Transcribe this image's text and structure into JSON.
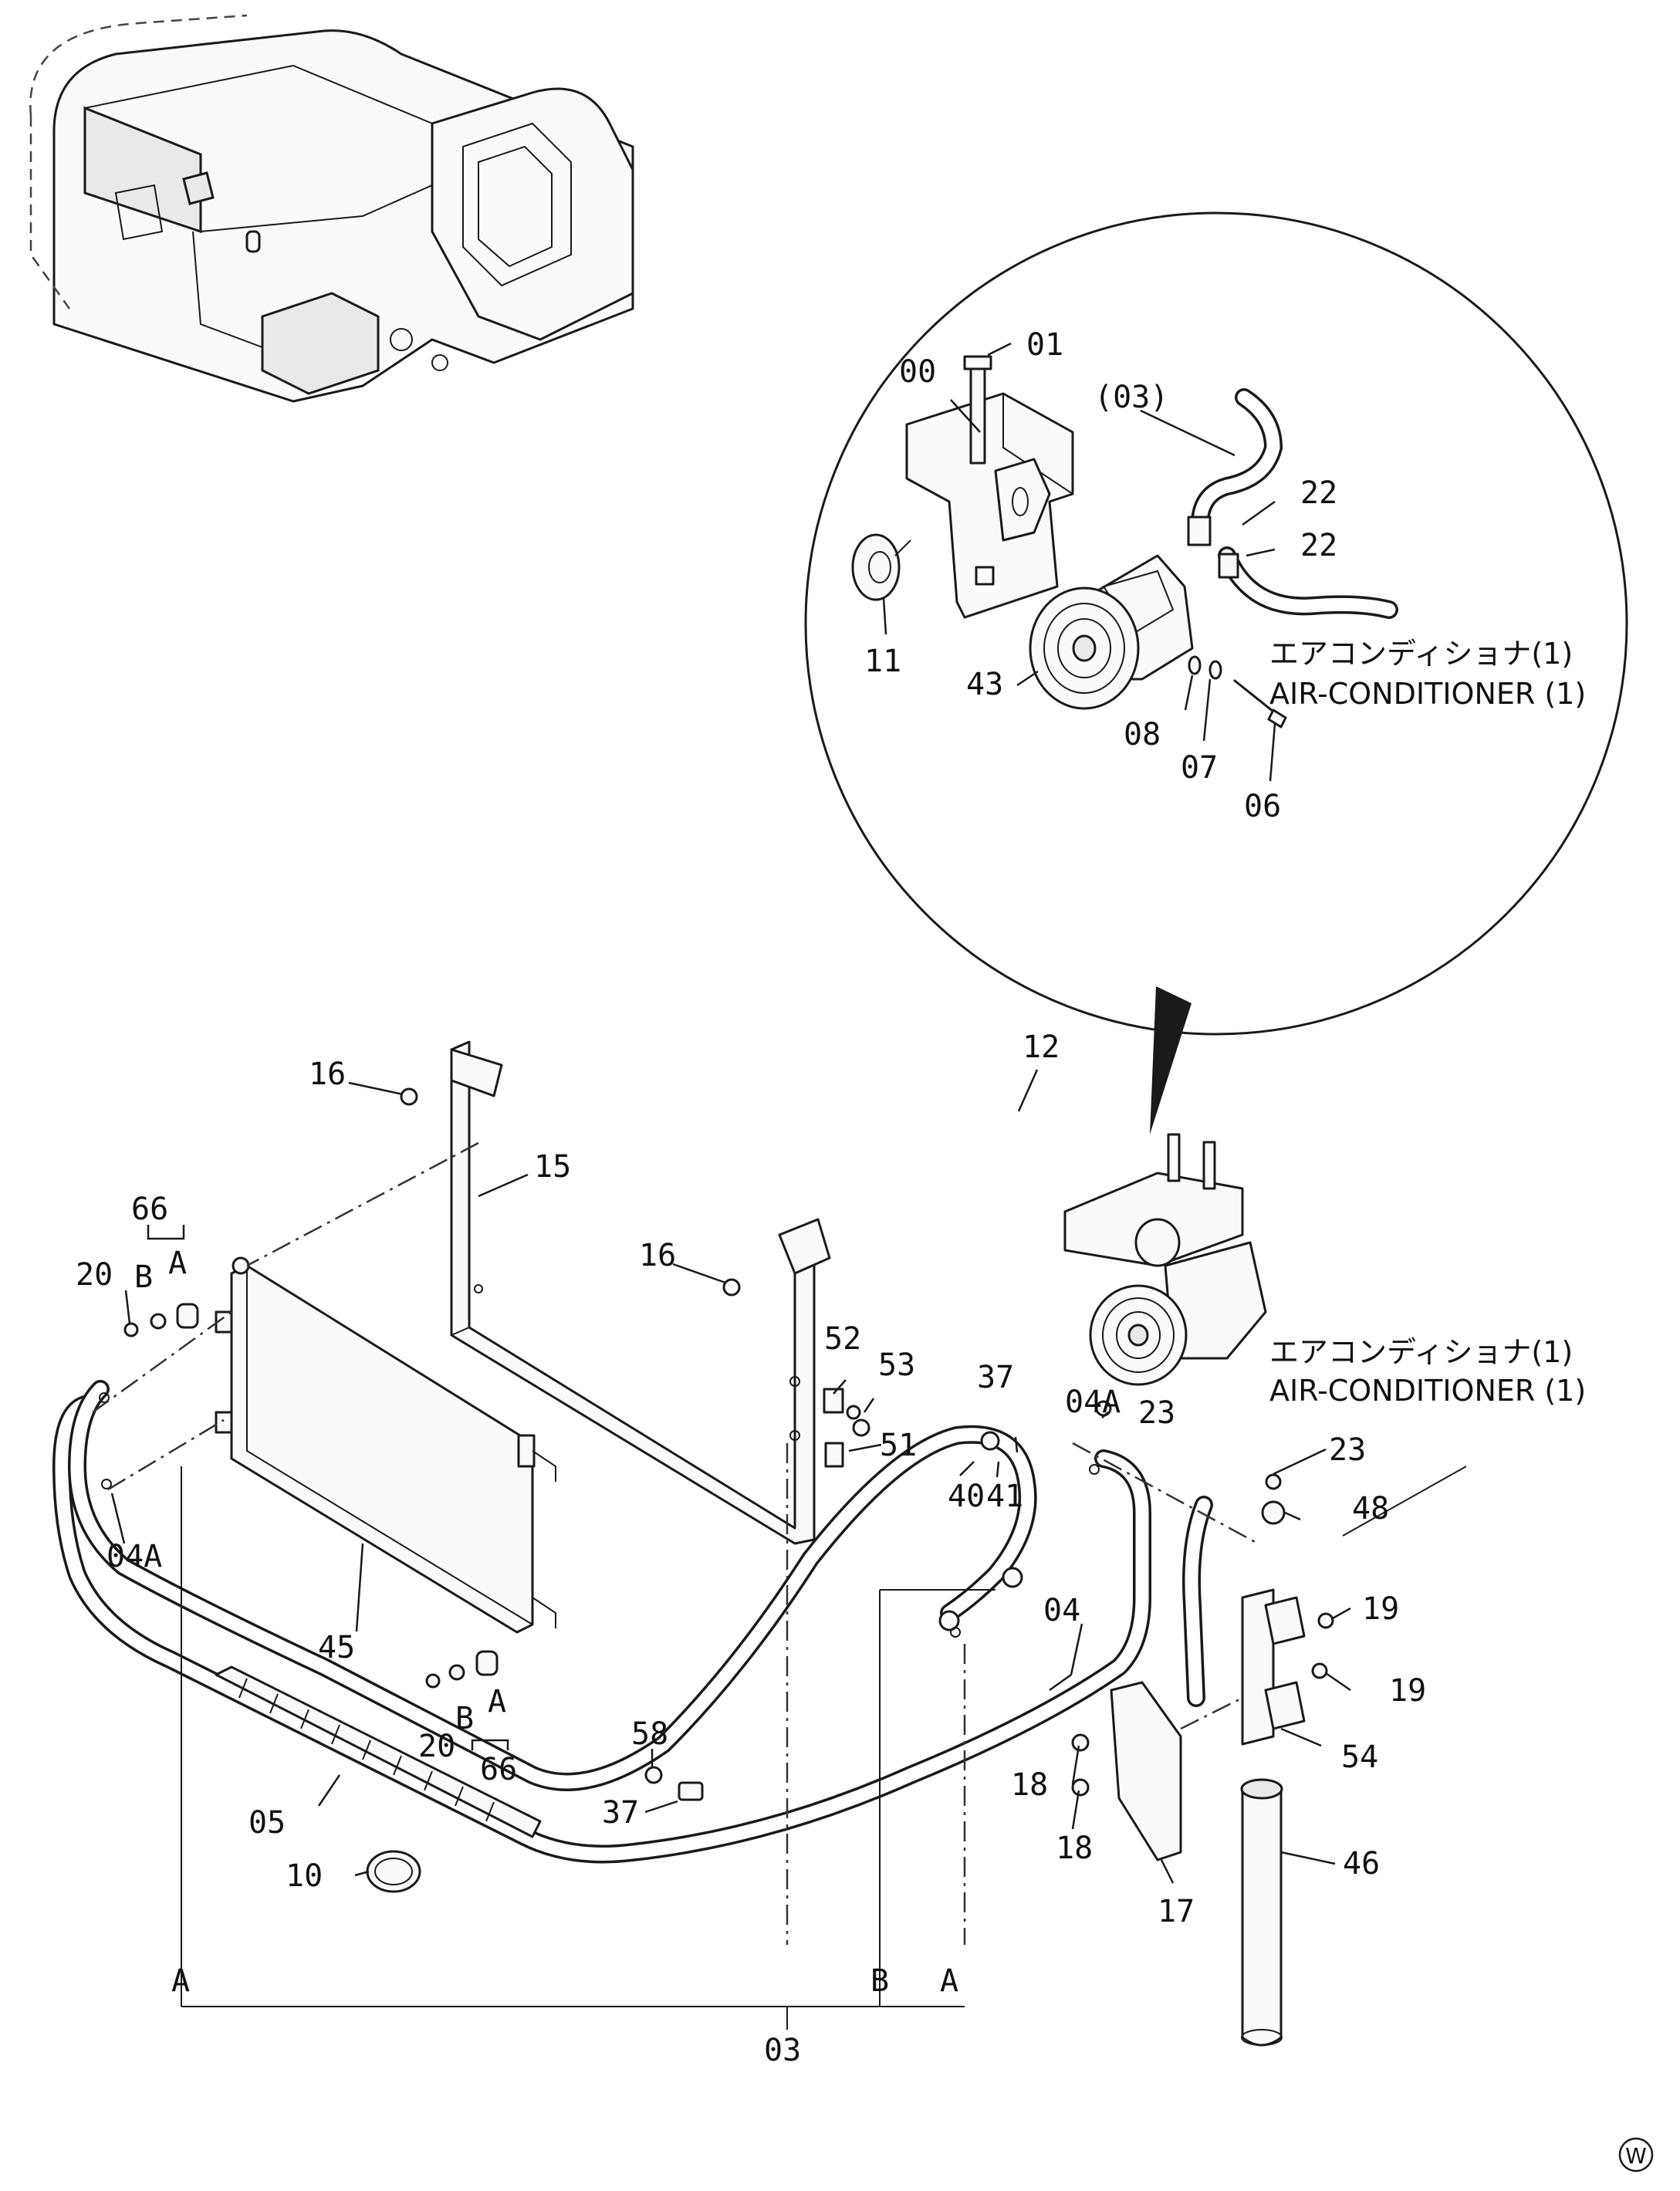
{
  "callouts": [
    {
      "id": "00",
      "text": "00"
    },
    {
      "id": "01",
      "text": "01"
    },
    {
      "id": "03p",
      "text": "(03)"
    },
    {
      "id": "22a",
      "text": "22"
    },
    {
      "id": "22b",
      "text": "22"
    },
    {
      "id": "11",
      "text": "11"
    },
    {
      "id": "43",
      "text": "43"
    },
    {
      "id": "08",
      "text": "08"
    },
    {
      "id": "07",
      "text": "07"
    },
    {
      "id": "06",
      "text": "06"
    },
    {
      "id": "12",
      "text": "12"
    },
    {
      "id": "16a",
      "text": "16"
    },
    {
      "id": "15",
      "text": "15"
    },
    {
      "id": "16b",
      "text": "16"
    },
    {
      "id": "66a",
      "text": "66"
    },
    {
      "id": "20a",
      "text": "20"
    },
    {
      "id": "Ba",
      "text": "B"
    },
    {
      "id": "Aa",
      "text": "A"
    },
    {
      "id": "52",
      "text": "52"
    },
    {
      "id": "53",
      "text": "53"
    },
    {
      "id": "51",
      "text": "51"
    },
    {
      "id": "37a",
      "text": "37"
    },
    {
      "id": "04Aa",
      "text": "04A"
    },
    {
      "id": "23a",
      "text": "23"
    },
    {
      "id": "23b",
      "text": "23"
    },
    {
      "id": "48",
      "text": "48"
    },
    {
      "id": "04Ab",
      "text": "04A"
    },
    {
      "id": "40",
      "text": "40"
    },
    {
      "id": "41",
      "text": "41"
    },
    {
      "id": "04",
      "text": "04"
    },
    {
      "id": "19a",
      "text": "19"
    },
    {
      "id": "19b",
      "text": "19"
    },
    {
      "id": "45",
      "text": "45"
    },
    {
      "id": "20b",
      "text": "20"
    },
    {
      "id": "Bb",
      "text": "B"
    },
    {
      "id": "Ab",
      "text": "A"
    },
    {
      "id": "66b",
      "text": "66"
    },
    {
      "id": "58",
      "text": "58"
    },
    {
      "id": "37b",
      "text": "37"
    },
    {
      "id": "05",
      "text": "05"
    },
    {
      "id": "54",
      "text": "54"
    },
    {
      "id": "18a",
      "text": "18"
    },
    {
      "id": "18b",
      "text": "18"
    },
    {
      "id": "10",
      "text": "10"
    },
    {
      "id": "46",
      "text": "46"
    },
    {
      "id": "17",
      "text": "17"
    },
    {
      "id": "Ac",
      "text": "A"
    },
    {
      "id": "Bc",
      "text": "B"
    },
    {
      "id": "Ad",
      "text": "A"
    },
    {
      "id": "03",
      "text": "03"
    }
  ],
  "captions": {
    "upper_jp": "エアコンディショナ(1)",
    "upper_en": "AIR-CONDITIONER (1)",
    "lower_jp": "エアコンディショナ(1)",
    "lower_en": "AIR-CONDITIONER (1)"
  },
  "corner_mark": "W"
}
